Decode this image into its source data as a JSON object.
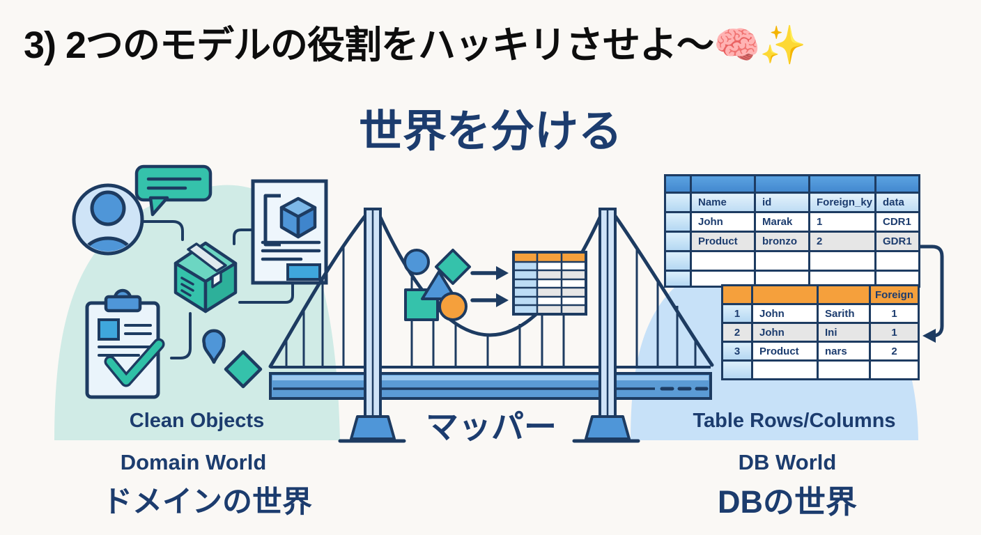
{
  "title": "3) 2つのモデルの役割をハッキリさせよ〜🧠✨",
  "subtitle": "世界を分ける",
  "bridge": {
    "label": "マッパー"
  },
  "domain_world": {
    "caption": "Clean Objects",
    "name_en": "Domain World",
    "name_ja": "ドメインの世界"
  },
  "db_world": {
    "caption": "Table Rows/Columns",
    "name_en": "DB World",
    "name_ja": "DBの世界"
  },
  "tables": {
    "entity": {
      "rows": [
        [
          "",
          "",
          "",
          "",
          ""
        ],
        [
          "",
          "Name",
          "id",
          "Foreign_ky",
          "data"
        ],
        [
          "",
          "John",
          "Marak",
          "1",
          "CDR1"
        ],
        [
          "",
          "Product",
          "bronzo",
          "2",
          "GDR1"
        ],
        [
          "",
          "",
          "",
          "",
          ""
        ],
        [
          "",
          "",
          "",
          "",
          ""
        ]
      ]
    },
    "relation": {
      "rows": [
        [
          "",
          "",
          "",
          "Foreign"
        ],
        [
          "1",
          "John",
          "Sarith",
          "1"
        ],
        [
          "2",
          "John",
          "Ini",
          "1"
        ],
        [
          "3",
          "Product",
          "nars",
          "2"
        ],
        [
          "",
          "",
          "",
          ""
        ]
      ]
    }
  },
  "icons": {
    "brain_emoji": "🧠",
    "sparkles_emoji": "✨",
    "left_side": [
      "user-avatar-icon",
      "speech-bubble-icon",
      "package-box-icon",
      "document-icon",
      "clipboard-check-icon",
      "location-pin-icon",
      "diamond-icon"
    ],
    "center": [
      "bridge-icon",
      "mapped-shapes-icon",
      "mapping-arrows-icon",
      "mini-table-icon"
    ],
    "right_side": [
      "foreign-key-link-arrow-icon"
    ]
  },
  "colors": {
    "background": "#faf8f5",
    "navy_outline": "#1d3b61",
    "text_navy": "#1c3c6e",
    "teal": "#35c2ab",
    "teal_light": "#6cd6c2",
    "blue": "#4f96d8",
    "blue_light": "#cfe4f7",
    "orange": "#f5a03c",
    "mint_blob": "#d0ebe6",
    "blue_blob": "#c7e1f8",
    "gray_row": "#e6e6e6"
  }
}
